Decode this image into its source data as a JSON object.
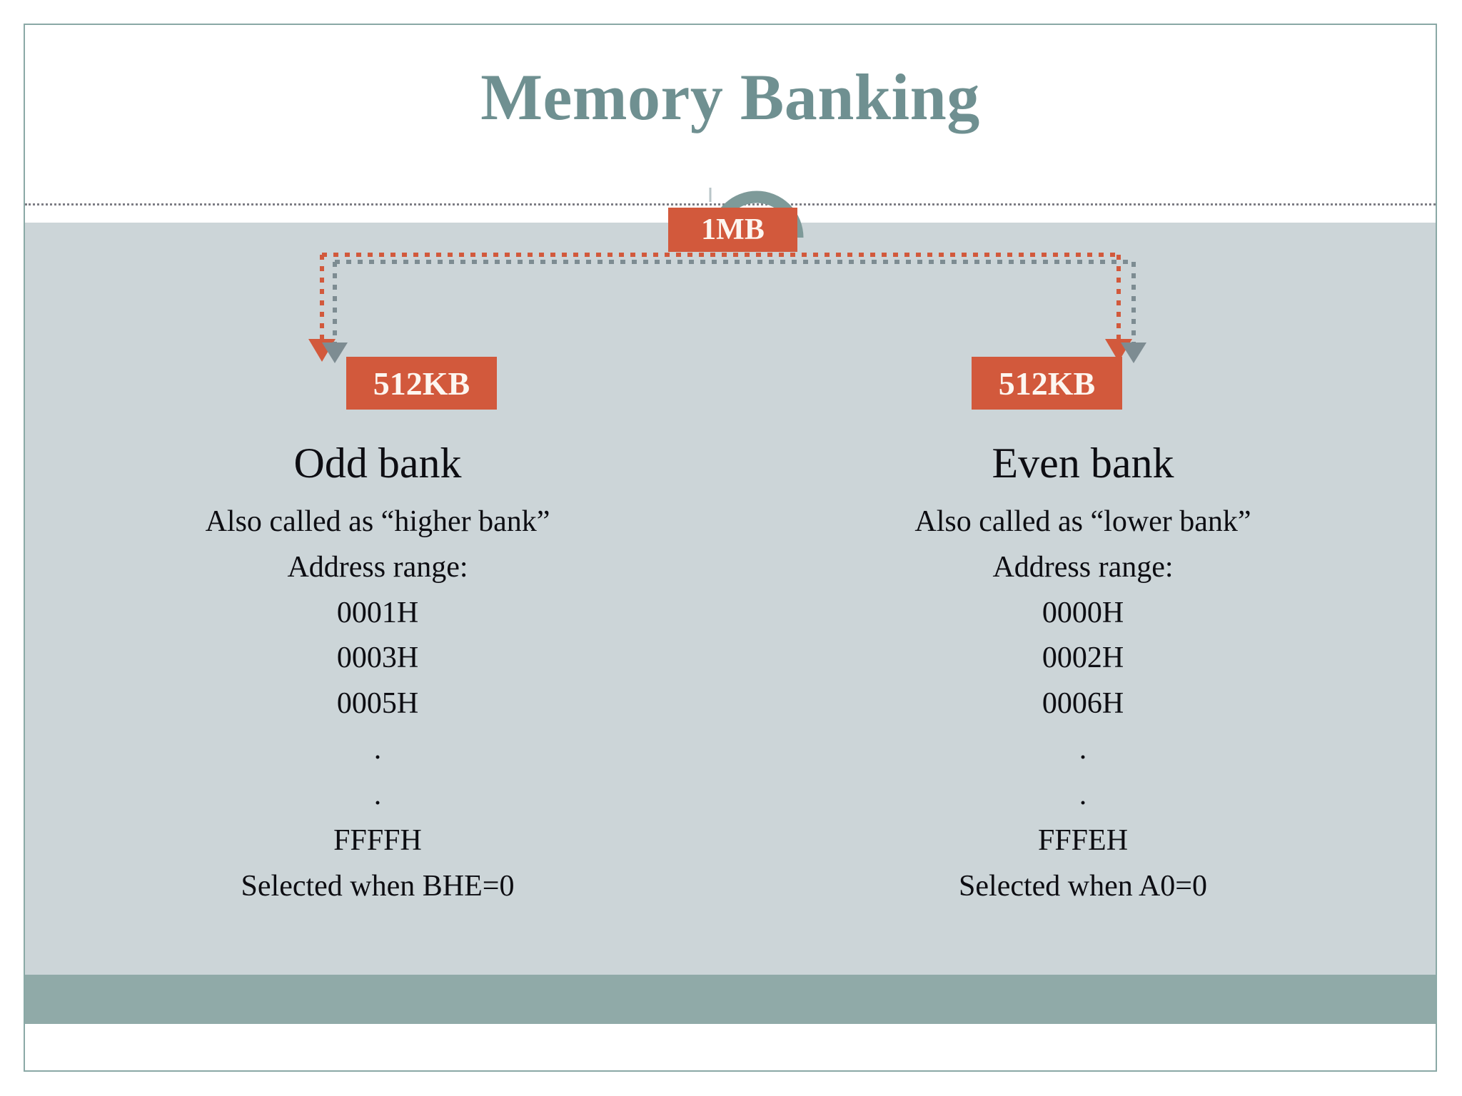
{
  "slide": {
    "title": "Memory Banking",
    "theme": {
      "title_color": "#6f9091",
      "body_bg": "#ccd5d8",
      "header_bg": "#ffffff",
      "accent_box": "#d2593c",
      "accent_box_text": "#fdf6f0",
      "footer_bar": "#90aaa8",
      "border": "#8aa9a6",
      "arrow_orange": "#d2593c",
      "arrow_gray": "#7d8c92",
      "divider": "#7d7d84",
      "body_text": "#0d0d12"
    }
  },
  "diagram": {
    "root": {
      "label": "1MB"
    },
    "children": [
      {
        "label": "512KB"
      },
      {
        "label": "512KB"
      }
    ],
    "arc_icon": "arc-connector-icon"
  },
  "columns": [
    {
      "heading": "Odd bank",
      "alias": "Also called as “higher bank”",
      "range_label": "Address range:",
      "addresses": [
        "0001H",
        "0003H",
        "0005H",
        ".",
        ".",
        "FFFFH"
      ],
      "selection": "Selected when BHE=0"
    },
    {
      "heading": "Even bank",
      "alias": "Also called as “lower bank”",
      "range_label": "Address range:",
      "addresses": [
        "0000H",
        "0002H",
        "0006H",
        ".",
        ".",
        "FFFEH"
      ],
      "selection": "Selected when A0=0"
    }
  ]
}
